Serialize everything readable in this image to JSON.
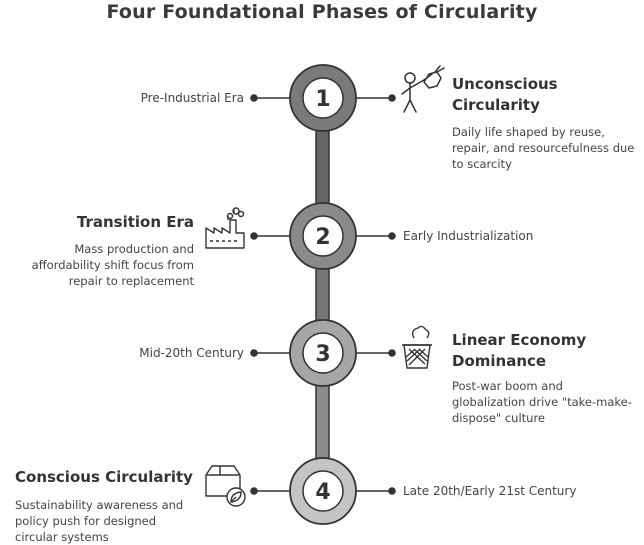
{
  "title": "Four Foundational Phases of Circularity",
  "phases": [
    {
      "number": "1",
      "title_lines": [
        "Unconscious",
        "Circularity"
      ],
      "description": "Daily life shaped by reuse, repair, and resourcefulness due to scarcity",
      "era": "Pre-Industrial Era",
      "icon": "person-carrying-bundle-icon",
      "color": "#7a7a7a"
    },
    {
      "number": "2",
      "title_lines": [
        "Transition Era"
      ],
      "description": "Mass production and affordability shift focus from repair to replacement",
      "era": "Early Industrialization",
      "icon": "factory-icon",
      "color": "#8a8a8a"
    },
    {
      "number": "3",
      "title_lines": [
        "Linear Economy",
        "Dominance"
      ],
      "description": "Post-war boom and globalization drive \"take-make-dispose\" culture",
      "era": "Mid-20th Century",
      "icon": "waste-basket-icon",
      "color": "#a6a6a6"
    },
    {
      "number": "4",
      "title_lines": [
        "Conscious Circularity"
      ],
      "description": "Sustainability awareness and policy push for designed circular systems",
      "era": "Late 20th/Early 21st Century",
      "icon": "box-with-leaf-icon",
      "color": "#c4c4c4"
    }
  ]
}
